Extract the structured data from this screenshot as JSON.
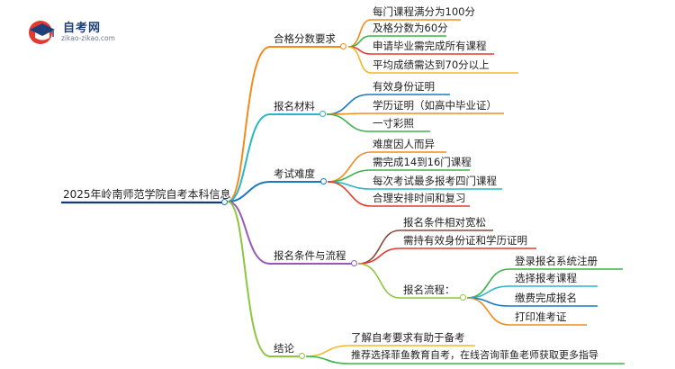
{
  "logo": {
    "title": "自考网",
    "subtitle": "zikao-zikao.com"
  },
  "root": "2025年岭南师范学院自考本科信息",
  "branches": {
    "b1": {
      "label": "合格分数要求",
      "color": "#f28b1e",
      "items": [
        "每门课程满分为100分",
        "及格分数为60分",
        "申请毕业需完成所有课程",
        "平均成绩需达到70分以上"
      ]
    },
    "b2": {
      "label": "报名材料",
      "color": "#2bb5c8",
      "items": [
        "有效身份证明",
        "学历证明（如高中毕业证）",
        "一寸彩照"
      ]
    },
    "b3": {
      "label": "考试难度",
      "color": "#1a78c2",
      "items": [
        "难度因人而异",
        "需完成14到16门课程",
        "每次考试最多报考四门课程",
        "合理安排时间和复习"
      ]
    },
    "b4": {
      "label": "报名条件与流程",
      "color": "#9b59b6",
      "items": [
        "报名条件相对宽松",
        "需持有效身份证和学历证明"
      ],
      "sub": {
        "label": "报名流程：",
        "items": [
          "登录报名系统注册",
          "选择报考课程",
          "缴费完成报名",
          "打印准考证"
        ]
      }
    },
    "b5": {
      "label": "结论",
      "color": "#8cc63f",
      "items": [
        "了解自考要求有助于备考",
        "推荐选择菲鱼教育自考，在线咨询菲鱼老师获取更多指导"
      ]
    }
  },
  "colors": {
    "b1_children": [
      "#f28b1e",
      "#3cb34a",
      "#e23a2e",
      "#f0b82a"
    ],
    "b2_children": [
      "#1a78c2",
      "#f28b1e",
      "#3cb34a"
    ],
    "b3_children": [
      "#f28b1e",
      "#3cb34a",
      "#2bb5c8",
      "#e23a2e"
    ],
    "b4_children": [
      "#8b4a3c",
      "#e23a2e"
    ],
    "b4_sub_line": "#8cc63f",
    "b4_sub_children": [
      "#3cb34a",
      "#2bb5c8",
      "#1a78c2",
      "#f28b1e"
    ],
    "b5_children": [
      "#f0b82a",
      "#3cb34a"
    ],
    "root_line": "#1a3a6b"
  }
}
